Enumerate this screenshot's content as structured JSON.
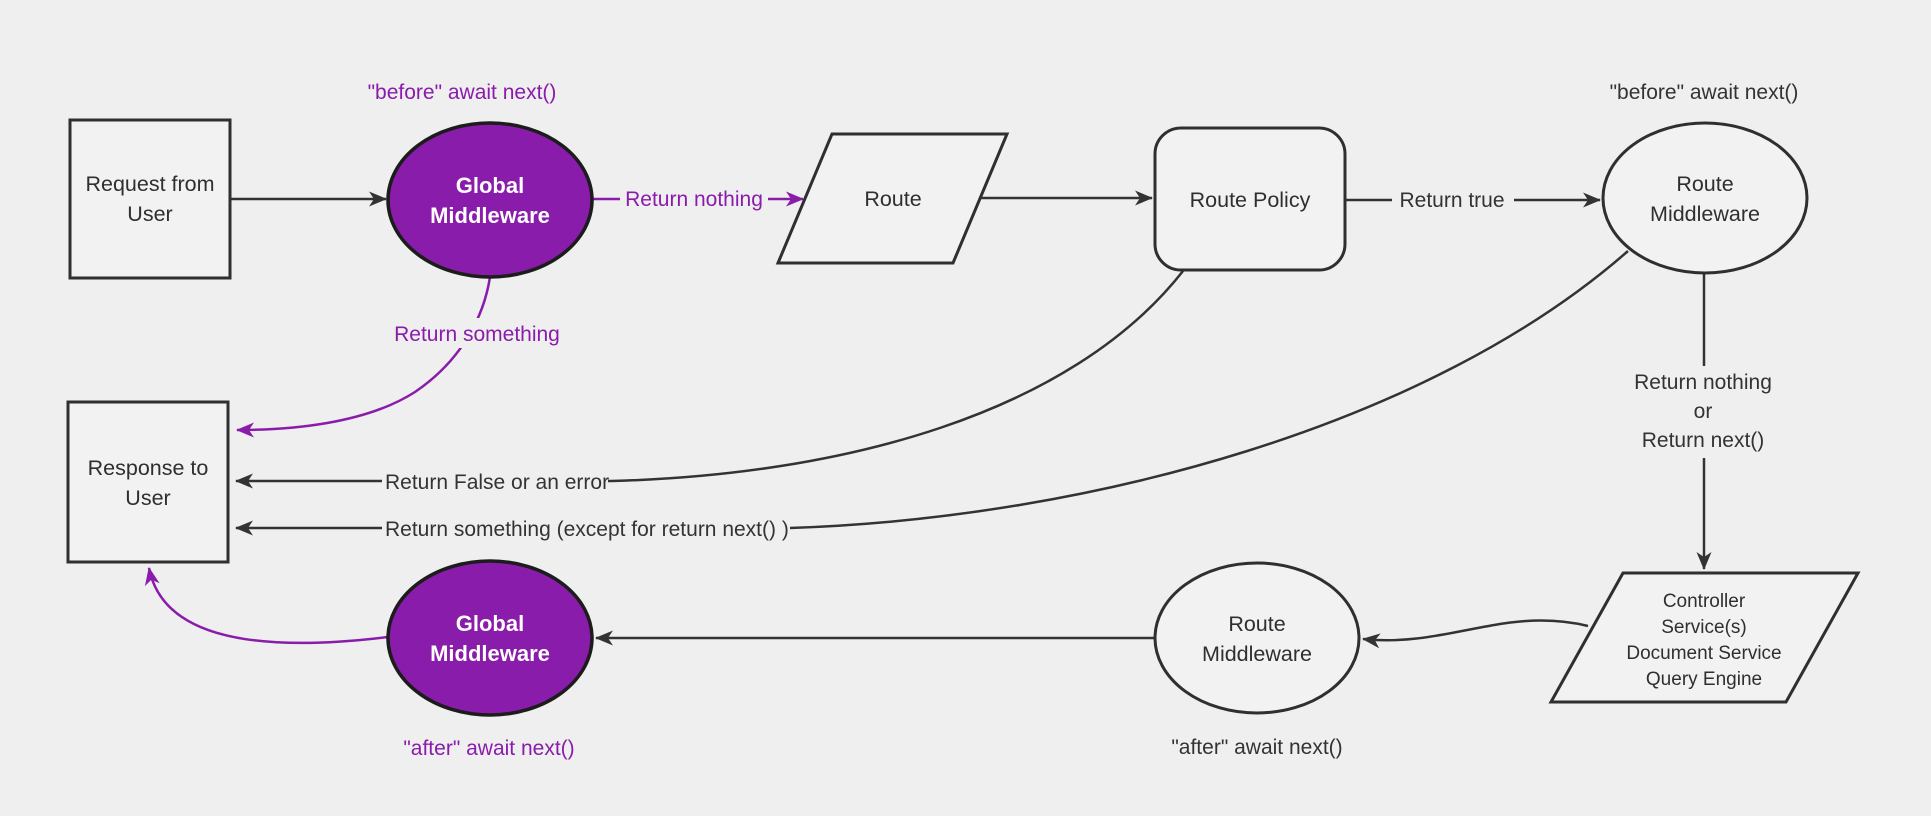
{
  "colors": {
    "background": "#efefef",
    "node_fill": "#f2f2f2",
    "dark_stroke": "#333333",
    "purple": "#8a1cab",
    "node_text": "#2f2f2f",
    "ellipse_text_white": "#ffffff"
  },
  "nodes": {
    "request": {
      "lines": [
        "Request from",
        "User"
      ]
    },
    "global_middleware_top": {
      "lines": [
        "Global",
        "Middleware"
      ]
    },
    "route": {
      "label": "Route"
    },
    "route_policy": {
      "label": "Route Policy"
    },
    "route_middleware_top": {
      "lines": [
        "Route",
        "Middleware"
      ]
    },
    "controller": {
      "lines": [
        "Controller",
        "Service(s)",
        "Document Service",
        "Query Engine"
      ]
    },
    "route_middleware_bottom": {
      "lines": [
        "Route",
        "Middleware"
      ]
    },
    "global_middleware_bottom": {
      "lines": [
        "Global",
        "Middleware"
      ]
    },
    "response": {
      "lines": [
        "Response to",
        "User"
      ]
    }
  },
  "edge_labels": {
    "before_await_next_global": "\"before\" await next()",
    "return_nothing": "Return nothing",
    "return_something": "Return something",
    "before_await_next_route": "\"before\" await next()",
    "return_true": "Return true",
    "return_nothing_or_next": [
      "Return nothing",
      "or",
      "Return next()"
    ],
    "return_false_or_error": "Return False or an error",
    "return_something_except": "Return something (except for return next() )",
    "after_await_next_route": "\"after\" await next()",
    "after_await_next_global": "\"after\" await next()"
  }
}
